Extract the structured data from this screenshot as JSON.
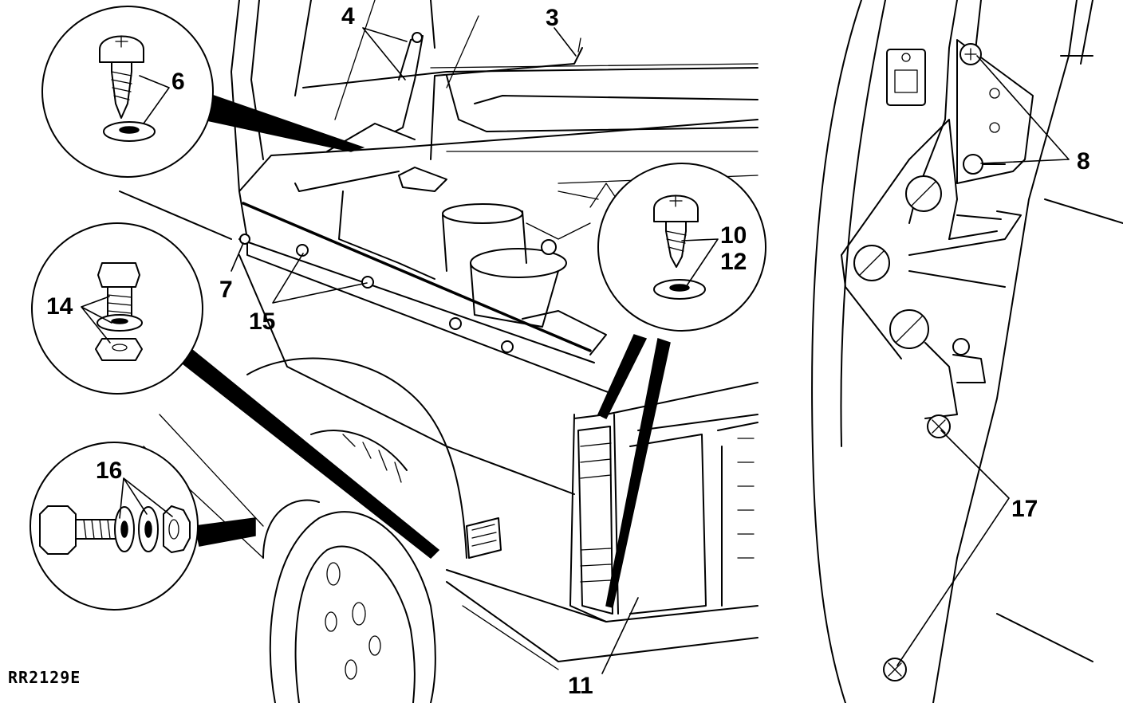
{
  "figure": {
    "reference_code": "RR2129E",
    "callouts": {
      "c3": "3",
      "c4": "4",
      "c6": "6",
      "c7": "7",
      "c8": "8",
      "c10": "10",
      "c11": "11",
      "c12": "12",
      "c14": "14",
      "c15": "15",
      "c16": "16",
      "c17": "17"
    }
  }
}
